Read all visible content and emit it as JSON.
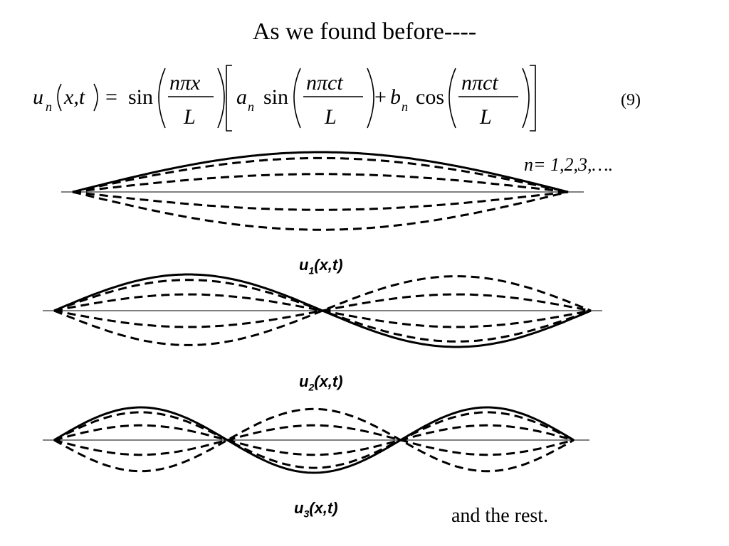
{
  "title": "As we found before----",
  "equation": {
    "lhs_u": "u",
    "lhs_sub": "n",
    "lhs_args": "x,t",
    "equals": "=",
    "sin": "sin",
    "cos": "cos",
    "frac1_num": "nπx",
    "frac_den": "L",
    "coef_a": "a",
    "coef_b": "b",
    "coef_sub": "n",
    "frac2_num": "nπct",
    "plus": "+",
    "number": "(9)"
  },
  "n_values": "n= 1,2,3,….",
  "modes": [
    {
      "label_main": "u",
      "label_sub": "1",
      "label_args": "(x,t)",
      "mode_number": 1
    },
    {
      "label_main": "u",
      "label_sub": "2",
      "label_args": "(x,t)",
      "mode_number": 2
    },
    {
      "label_main": "u",
      "label_sub": "3",
      "label_args": "(x,t)",
      "mode_number": 3
    }
  ],
  "closing_text": "and the rest.",
  "line_styles": {
    "solid": "#000000",
    "dashed": "#000000"
  }
}
